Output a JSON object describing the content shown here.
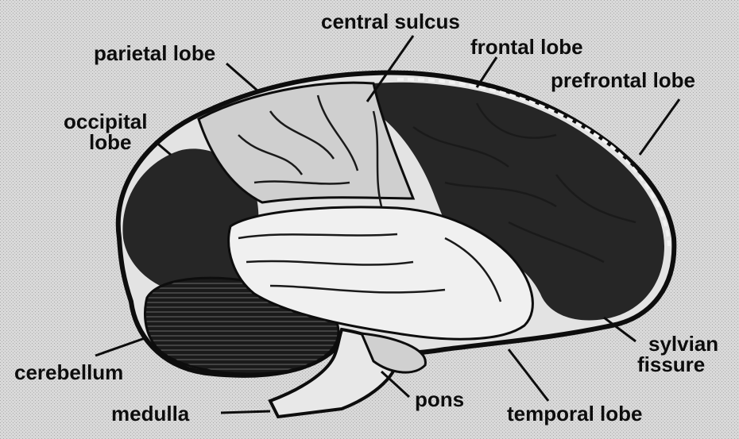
{
  "diagram": {
    "labels": {
      "central_sulcus": "central sulcus",
      "frontal_lobe": "frontal lobe",
      "parietal_lobe": "parietal lobe",
      "prefrontal_lobe": "prefrontal lobe",
      "occipital_lobe_line1": "occipital",
      "occipital_lobe_line2": "lobe",
      "cerebellum": "cerebellum",
      "sylvian_fissure_line1": "sylvian",
      "sylvian_fissure_line2": "fissure",
      "medulla": "medulla",
      "pons": "pons",
      "temporal_lobe": "temporal lobe"
    },
    "colors": {
      "background": "#cfcfcf",
      "dark_region": "#262626",
      "light_region": "#e9e9e9",
      "outline": "#0d0d0d"
    }
  }
}
